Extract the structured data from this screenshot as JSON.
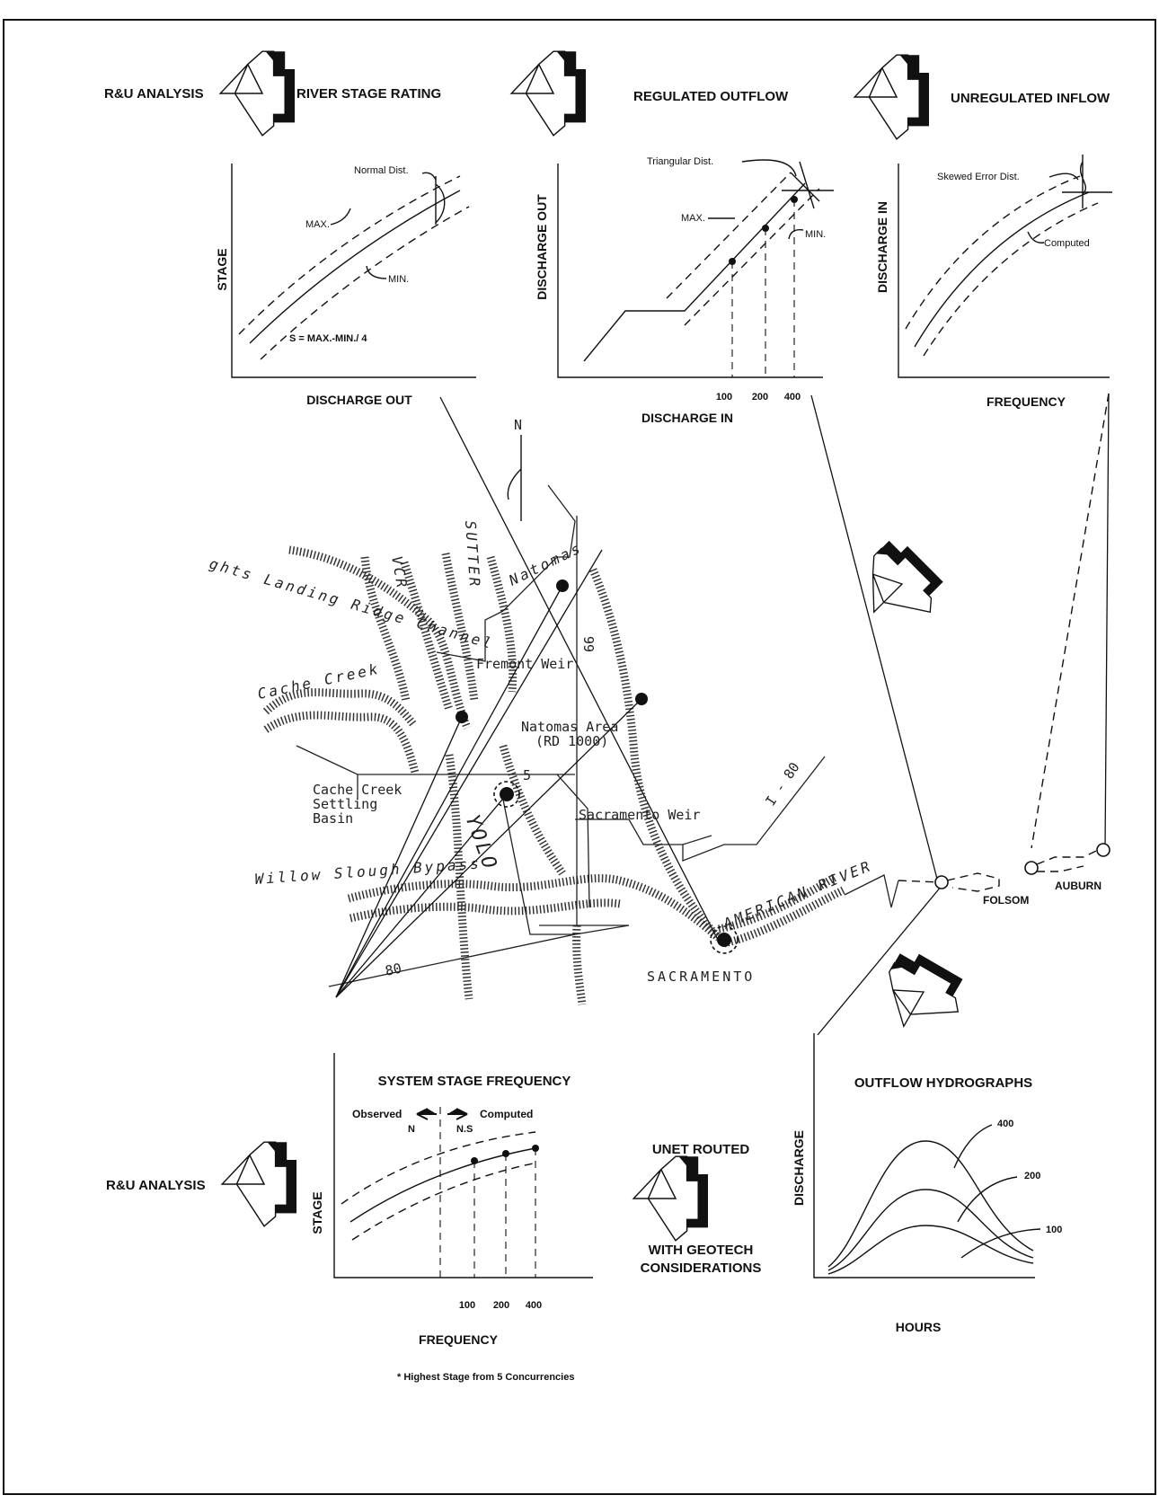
{
  "top_headers": {
    "ru_analysis": "R&U ANALYSIS",
    "river_stage_rating": "RIVER STAGE RATING",
    "regulated_outflow": "REGULATED OUTFLOW",
    "unregulated_inflow": "UNREGULATED INFLOW"
  },
  "stage_rating_chart": {
    "ylabel": "STAGE",
    "xlabel": "DISCHARGE OUT",
    "max_label": "MAX.",
    "min_label": "MIN.",
    "dist_label": "Normal Dist.",
    "formula": "S = MAX.-MIN./ 4"
  },
  "regulated_outflow_chart": {
    "ylabel": "DISCHARGE OUT",
    "xlabel": "DISCHARGE IN",
    "max_label": "MAX.",
    "min_label": "MIN.",
    "dist_label": "Triangular Dist.",
    "ticks": [
      "100",
      "200",
      "400"
    ]
  },
  "inflow_chart": {
    "ylabel": "DISCHARGE IN",
    "xlabel": "FREQUENCY",
    "dist_label": "Skewed Error Dist.",
    "computed_label": "Computed"
  },
  "map": {
    "north": "N",
    "labels": {
      "knights_landing": "ghts Landing Ridge Channel",
      "cache_creek": "Cache Creek",
      "vcr": "VCR",
      "sutter": "SUTTER",
      "natomas": "Natomas",
      "fremont_weir": "Fremont Weir",
      "natomas_area_1": "Natomas Area",
      "natomas_area_2": "(RD 1000)",
      "hwy_99": "99",
      "hwy_5": "5",
      "hwy_i80": "I - 80",
      "hwy_80": "80",
      "settling_1": "Cache Creek",
      "settling_2": "Settling",
      "settling_3": "Basin",
      "yolo": "YOLO",
      "sacramento_weir": "Sacramento Weir",
      "willow_slough": "Willow Slough Bypass",
      "american_river": "AMERICAN RIVER",
      "sacramento": "SACRAMENTO",
      "folsom": "FOLSOM",
      "auburn": "AUBURN"
    }
  },
  "system_stage_chart": {
    "title": "SYSTEM STAGE FREQUENCY",
    "ylabel": "STAGE",
    "xlabel": "FREQUENCY",
    "observed": "Observed",
    "computed": "Computed",
    "n_label": "N",
    "ns_label": "N.S",
    "ticks": [
      "100",
      "200",
      "400"
    ],
    "footnote": "* Highest Stage from 5 Concurrencies"
  },
  "bottom_left_header": "R&U ANALYSIS",
  "unet": {
    "title": "UNET ROUTED",
    "line1": "WITH GEOTECH",
    "line2": "CONSIDERATIONS"
  },
  "hydro_chart": {
    "title": "OUTFLOW HYDROGRAPHS",
    "ylabel": "DISCHARGE",
    "xlabel": "HOURS",
    "series": [
      "400",
      "200",
      "100"
    ]
  }
}
